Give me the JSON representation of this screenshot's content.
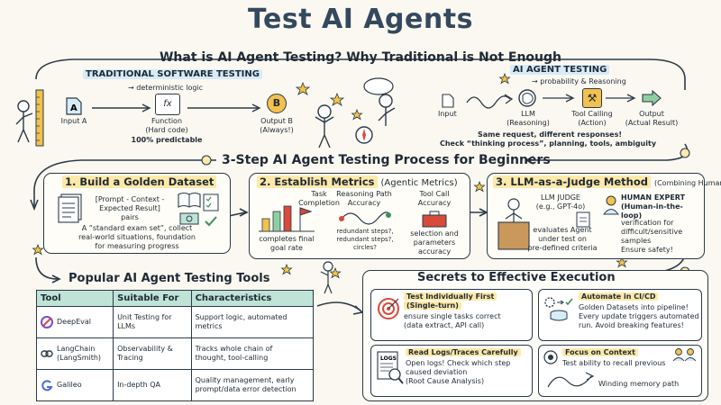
{
  "title": "Test AI Agents",
  "question": "What is AI Agent Testing? Why Traditional is Not Enough",
  "traditional": {
    "heading": "TRADITIONAL SOFTWARE TESTING",
    "logic": "→ deterministic logic",
    "input": "Input A",
    "function": "Function\n(Hard code)",
    "output": "Output B\n(Always!)",
    "predictable": "100% predictable",
    "icon_a": "A",
    "icon_b": "B",
    "icon_fx": "fx"
  },
  "ai_testing": {
    "heading": "AI AGENT TESTING",
    "logic": "→ probability & Reasoning",
    "input": "Input",
    "llm": "LLM\n(Reasoning)",
    "tool": "Tool Calling\n(Action)",
    "output": "Output\n(Actual Result)",
    "note1": "Same request, different responses!",
    "note2": "Check “thinking process”, planning, tools, ambiguity"
  },
  "process_title": "3-Step AI Agent Testing Process for Beginners",
  "steps": [
    {
      "title": "1. Build a Golden Dataset",
      "pairs": "[Prompt - Context -\nExpected Result]\npairs",
      "desc": "A “standard exam set”, collect\nreal-world situations, foundation\nfor measuring progress"
    },
    {
      "title": "2. Establish Metrics",
      "title_suffix": "(Agentic Metrics)",
      "m1": "Task\nCompletion",
      "m1_desc": "completes final\ngoal rate",
      "m2": "Reasoning Path\nAccuracy",
      "m2_desc": "redundant steps?,\nredundant steps?,\ncircles?",
      "m3": "Tool Call\nAccuracy",
      "m3_desc": "selection and\nparameters\naccuracy"
    },
    {
      "title": "3. LLM-as-a-Judge Method",
      "title_suffix": "(Combining Humans)",
      "judge": "LLM JUDGE\n(e.g., GPT-4o)",
      "judge_desc": "evaluates Agent\nunder test on\npre-defined criteria",
      "human": "HUMAN EXPERT\n(Human-in-the-loop)",
      "human_desc": "verification for\ndifficult/sensitive\nsamples\nEnsure safety!"
    }
  ],
  "tools_title": "Popular AI Agent Testing Tools",
  "tools_table": {
    "headers": [
      "Tool",
      "Suitable For",
      "Characteristics"
    ],
    "rows": [
      {
        "tool": "DeepEval",
        "for": "Unit Testing for\nLLMs",
        "char": "Support logic, automated\nmetrics"
      },
      {
        "tool": "LangChain\n(LangSmith)",
        "for": "Observability &\nTracing",
        "char": "Tracks whole chain of\nthought, tool-calling"
      },
      {
        "tool": "Galileo",
        "for": "In-depth QA",
        "char": "Quality management, early\nprompt/data error detection"
      }
    ]
  },
  "secrets_title": "Secrets to Effective Execution",
  "secrets": [
    {
      "title": "Test Individually First",
      "title2": "(Single-turn)",
      "desc": "ensure single tasks correct\n(data extract, API call)"
    },
    {
      "title": "Automate in CI/CD",
      "desc": "Golden Datasets into pipeline!\nEvery update triggers automated\nrun. Avoid breaking features!"
    },
    {
      "title": "Read Logs/Traces Carefully",
      "desc": "Open logs! Check which step\ncaused deviation\n(Root Cause Analysis)"
    },
    {
      "title": "Focus on Context",
      "desc": "Test ability to recall previous",
      "path": "Winding memory path"
    }
  ],
  "icons": {
    "log_label": "LOGS"
  },
  "colors": {
    "title": "#34495e",
    "highlight": "#fde9a9",
    "table_header": "#bfe3d6",
    "accent_blue": "#d6ecf7",
    "red": "#d84a3a",
    "green": "#3f8f5a"
  }
}
